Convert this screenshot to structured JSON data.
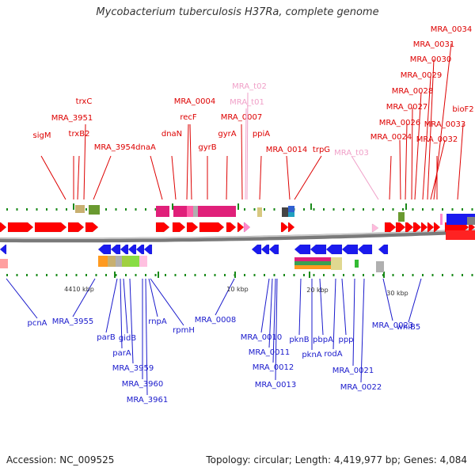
{
  "title": "Mycobacterium tuberculosis H37Ra, complete genome",
  "footer": {
    "accession": "Accession: NC_009525",
    "summary": "Topology: circular; Length: 4,419,977 bp; Genes: 4,084"
  },
  "colors": {
    "top_label": "#dd0000",
    "trna_label": "#f0a0c8",
    "bottom_label": "#1a1acc",
    "forward_gene": "#ff0000",
    "reverse_gene": "#1a1aee",
    "trna_gene": "#ff88cc",
    "backbone": "#7a7a7a",
    "tick": "#1a8a1a"
  },
  "scale_labels": [
    "4410 kbp",
    "10 kbp",
    "20 kbp",
    "30 kbp"
  ],
  "top_genes": [
    {
      "name": "sigM",
      "type": "cds"
    },
    {
      "name": "MRA_3951",
      "type": "cds"
    },
    {
      "name": "trxC",
      "type": "cds"
    },
    {
      "name": "trxB2",
      "type": "cds"
    },
    {
      "name": "MRA_3954",
      "type": "cds"
    },
    {
      "name": "dnaA",
      "type": "cds"
    },
    {
      "name": "dnaN",
      "type": "cds"
    },
    {
      "name": "MRA_0004",
      "type": "cds"
    },
    {
      "name": "recF",
      "type": "cds"
    },
    {
      "name": "gyrB",
      "type": "cds"
    },
    {
      "name": "gyrA",
      "type": "cds"
    },
    {
      "name": "MRA_0007",
      "type": "cds"
    },
    {
      "name": "MRA_t02",
      "type": "trna"
    },
    {
      "name": "MRA_t01",
      "type": "trna"
    },
    {
      "name": "ppiA",
      "type": "cds"
    },
    {
      "name": "MRA_0014",
      "type": "cds"
    },
    {
      "name": "trpG",
      "type": "cds"
    },
    {
      "name": "MRA_t03",
      "type": "trna"
    },
    {
      "name": "MRA_0024",
      "type": "cds"
    },
    {
      "name": "MRA_0026",
      "type": "cds"
    },
    {
      "name": "MRA_0027",
      "type": "cds"
    },
    {
      "name": "MRA_0028",
      "type": "cds"
    },
    {
      "name": "MRA_0029",
      "type": "cds"
    },
    {
      "name": "MRA_0030",
      "type": "cds"
    },
    {
      "name": "MRA_0031",
      "type": "cds"
    },
    {
      "name": "MRA_0034",
      "type": "cds"
    },
    {
      "name": "MRA_0033",
      "type": "cds"
    },
    {
      "name": "MRA_0032",
      "type": "cds"
    },
    {
      "name": "bioF2",
      "type": "cds"
    }
  ],
  "bottom_genes": [
    {
      "name": "pcnA"
    },
    {
      "name": "MRA_3955"
    },
    {
      "name": "parB"
    },
    {
      "name": "gidB"
    },
    {
      "name": "parA"
    },
    {
      "name": "MRA_3959"
    },
    {
      "name": "MRA_3960"
    },
    {
      "name": "MRA_3961"
    },
    {
      "name": "rnpA"
    },
    {
      "name": "rpmH"
    },
    {
      "name": "MRA_0008"
    },
    {
      "name": "MRA_0010"
    },
    {
      "name": "MRA_0011"
    },
    {
      "name": "MRA_0012"
    },
    {
      "name": "MRA_0013"
    },
    {
      "name": "pknB"
    },
    {
      "name": "pknA"
    },
    {
      "name": "pbpA"
    },
    {
      "name": "rodA"
    },
    {
      "name": "ppp"
    },
    {
      "name": "MRA_0021"
    },
    {
      "name": "MRA_0022"
    },
    {
      "name": "MRA_0023"
    },
    {
      "name": "whiB5"
    }
  ]
}
